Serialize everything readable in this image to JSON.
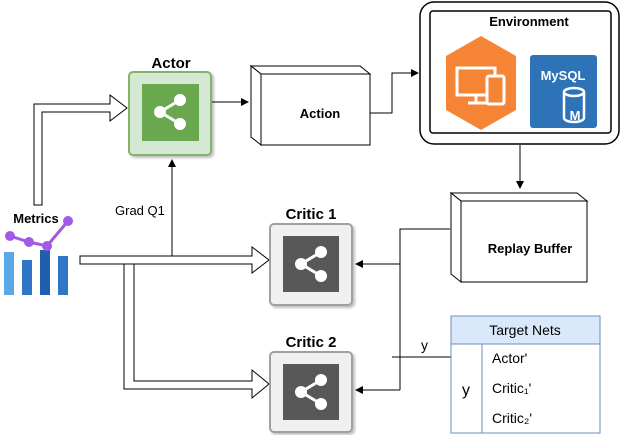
{
  "actor": {
    "title": "Actor"
  },
  "action": {
    "label": "Action"
  },
  "environment": {
    "title": "Environment",
    "db_label": "MySQL",
    "db_letter": "M"
  },
  "replay_buffer": {
    "label": "Replay Buffer"
  },
  "metrics": {
    "label": "Metrics"
  },
  "critic1": {
    "title": "Critic 1"
  },
  "critic2": {
    "title": "Critic 2"
  },
  "grad_label": "Grad Q1",
  "y_label_edge": "y",
  "target_nets": {
    "header": "Target Nets",
    "y_label": "y",
    "rows": [
      "Actor'",
      "Critic₁'",
      "Critic₂'"
    ]
  },
  "colors": {
    "actor_fill": "#d5e8d4",
    "actor_stroke": "#82b366",
    "actor_icon": "#6aa84f",
    "critic_fill": "#f0f0f0",
    "critic_stroke": "#a0a0a0",
    "critic_icon": "#595959",
    "aws_orange": "#f58535",
    "mysql_blue": "#2e73b8",
    "table_header": "#dae8fc",
    "table_stroke": "#6c8ebf",
    "metrics_purple": "#a259e6",
    "metrics_blue": "#2f76c6"
  }
}
